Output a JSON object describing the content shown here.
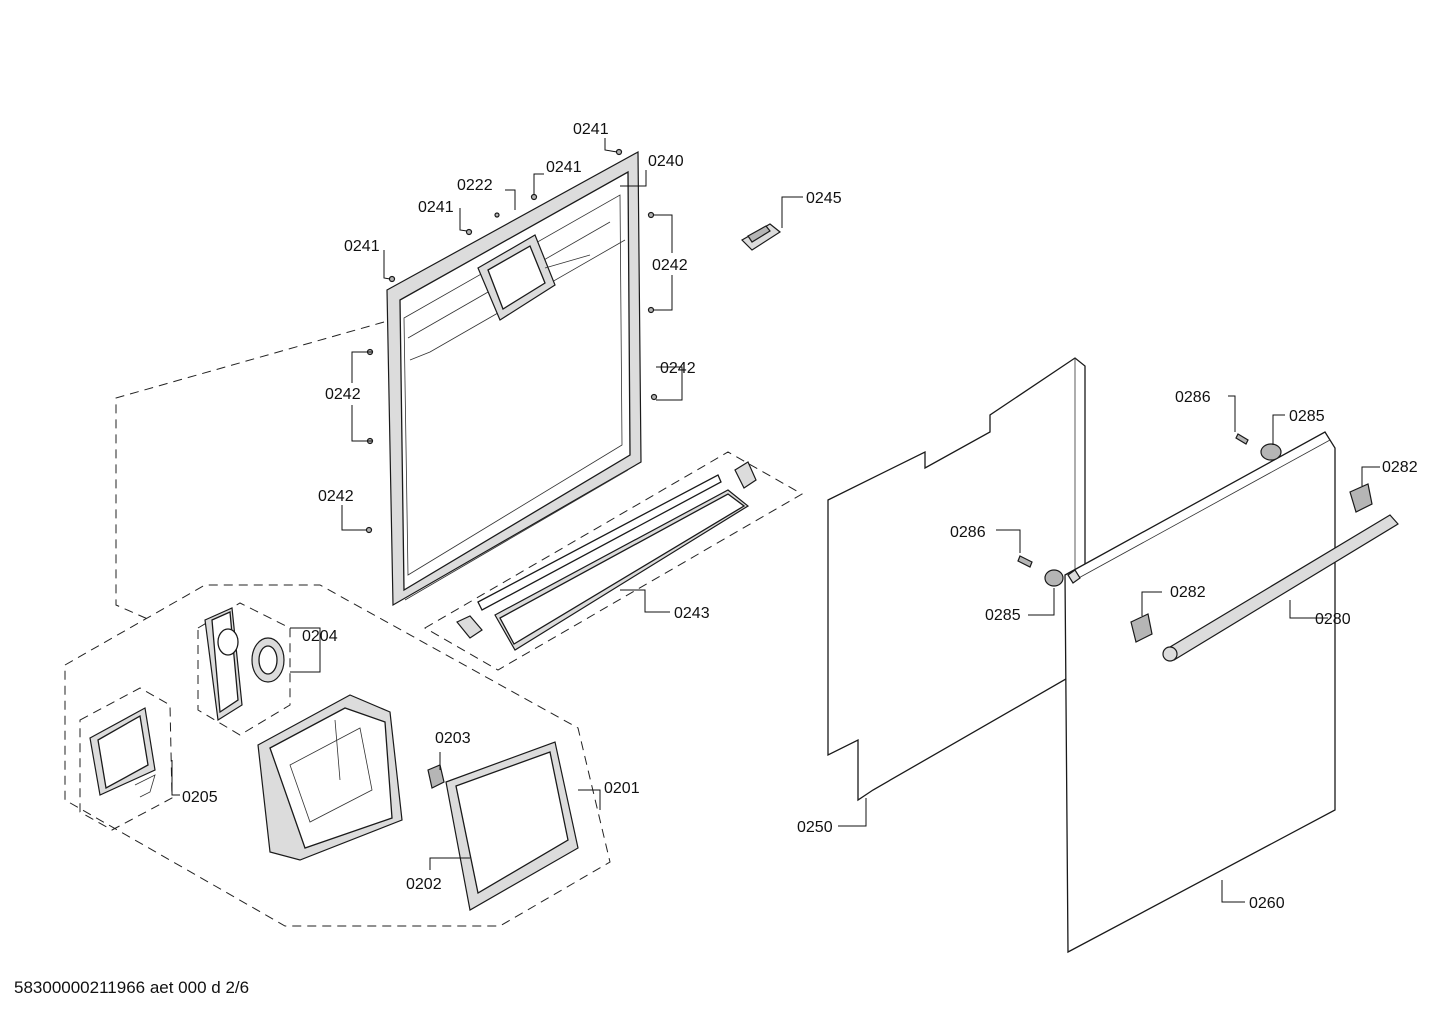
{
  "callouts": [
    {
      "id": "c0241a",
      "text": "0241"
    },
    {
      "id": "c0240",
      "text": "0240"
    },
    {
      "id": "c0241b",
      "text": "0241"
    },
    {
      "id": "c0222",
      "text": "0222"
    },
    {
      "id": "c0241c",
      "text": "0241"
    },
    {
      "id": "c0241d",
      "text": "0241"
    },
    {
      "id": "c0245",
      "text": "0245"
    },
    {
      "id": "c0242a",
      "text": "0242"
    },
    {
      "id": "c0242b",
      "text": "0242"
    },
    {
      "id": "c0242c",
      "text": "0242"
    },
    {
      "id": "c0242d",
      "text": "0242"
    },
    {
      "id": "c0243",
      "text": "0243"
    },
    {
      "id": "c0204",
      "text": "0204"
    },
    {
      "id": "c0203",
      "text": "0203"
    },
    {
      "id": "c0205",
      "text": "0205"
    },
    {
      "id": "c0201",
      "text": "0201"
    },
    {
      "id": "c0202",
      "text": "0202"
    },
    {
      "id": "c0250",
      "text": "0250"
    },
    {
      "id": "c0286a",
      "text": "0286"
    },
    {
      "id": "c0285a",
      "text": "0285"
    },
    {
      "id": "c0282a",
      "text": "0282"
    },
    {
      "id": "c0286b",
      "text": "0286"
    },
    {
      "id": "c0285b",
      "text": "0285"
    },
    {
      "id": "c0282b",
      "text": "0282"
    },
    {
      "id": "c0280",
      "text": "0280"
    },
    {
      "id": "c0260",
      "text": "0260"
    }
  ],
  "footer": "58300000211966 aet 000 d 2/6"
}
